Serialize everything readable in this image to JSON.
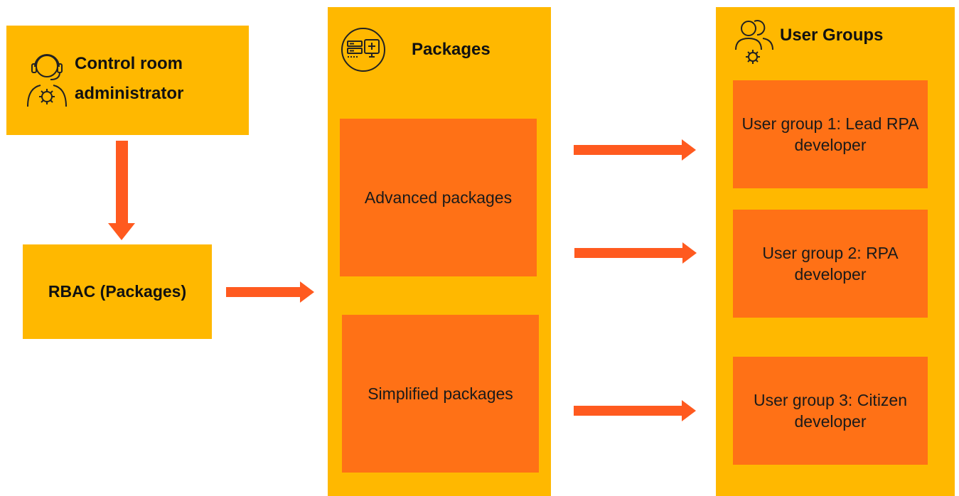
{
  "admin": {
    "line1": "Control room",
    "line2": "administrator",
    "icon": "admin-headset-gear-icon"
  },
  "rbac": {
    "label": "RBAC (Packages)"
  },
  "packages": {
    "title": "Packages",
    "icon": "packages-server-icon",
    "items": [
      {
        "label": "Advanced packages"
      },
      {
        "label": "Simplified packages"
      }
    ]
  },
  "user_groups": {
    "title": "User Groups",
    "icon": "user-groups-gear-icon",
    "items": [
      {
        "line1": "User group 1: Lead RPA",
        "line2": "developer"
      },
      {
        "line1": "User group 2: RPA",
        "line2": "developer"
      },
      {
        "line1": "User group 3: Citizen",
        "line2": "developer"
      }
    ]
  },
  "colors": {
    "box_yellow": "#FFB800",
    "box_orange": "#FF7116",
    "arrow": "#FF5A1F"
  }
}
